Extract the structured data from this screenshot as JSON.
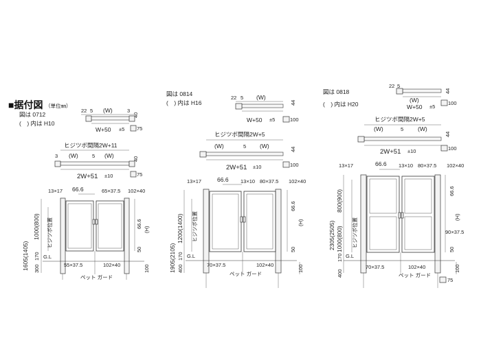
{
  "section_title": "■据付図",
  "unit_note": "（単位㎜）",
  "diagrams": [
    {
      "fig": "図は 0712",
      "note": "(　) 内は H10",
      "top1": {
        "a": "22",
        "b": "5",
        "w": "(W)",
        "c": "3",
        "d": "40",
        "span": "W+50",
        "tol": "±5",
        "base": "75"
      },
      "top2": {
        "pitch": "ヒジツボ間隔2W+11",
        "c": "3",
        "w1": "(W)",
        "mid": "5",
        "w2": "(W)",
        "d": "40",
        "span": "2W+51",
        "tol": "±10",
        "base": "75"
      },
      "front": {
        "post": "13×17",
        "hinge": "66.6",
        "frame": "65×37.5",
        "pillar": "102×40",
        "height": "1605(1405)",
        "inner": "1000(800)",
        "pivot_label": "ヒジツボ位置",
        "h": "(H)",
        "offset": "66.6",
        "gap": "50",
        "gl": "G.L",
        "gl_low": "300",
        "gl_mid": "170",
        "bottom_frame": "55×37.5",
        "bottom_pillar": "102×40",
        "pet": "ペット ガード",
        "depth": "100"
      }
    },
    {
      "fig": "図は 0814",
      "note": "(　) 内は H16",
      "top1": {
        "a": "22",
        "b": "5",
        "w": "(W)",
        "d": "44",
        "span": "W+50",
        "tol": "±5",
        "base": "100"
      },
      "top2": {
        "pitch": "ヒジツボ間隔2W+5",
        "w1": "(W)",
        "mid": "5",
        "w2": "(W)",
        "d": "44",
        "span": "2W+51",
        "tol": "±10",
        "base": "100"
      },
      "front": {
        "post": "13×17",
        "hinge": "66.6",
        "frame1": "13×10",
        "frame2": "80×37.5",
        "pillar": "102×40",
        "height": "1905(2105)",
        "inner": "1200(1400)",
        "pivot_label": "ヒジツボ位置",
        "h": "(H)",
        "offset": "66.6",
        "gap": "50",
        "gl": "G.L",
        "gl_low": "400",
        "gl_mid": "170",
        "bottom_frame": "70×37.5",
        "bottom_pillar": "102×40",
        "pet": "ペット ガード",
        "depth": "100"
      }
    },
    {
      "fig": "図は 0818",
      "note": "(　) 内は H20",
      "top1": {
        "a": "22",
        "b": "5",
        "w": "(W)",
        "d": "44",
        "span": "W+50",
        "tol": "±5",
        "base": "100"
      },
      "top2": {
        "pitch": "ヒジツボ間隔2W+5",
        "w1": "(W)",
        "mid": "5",
        "w2": "(W)",
        "d": "44",
        "span": "2W+51",
        "tol": "±10",
        "base": "100"
      },
      "front": {
        "post": "13×17",
        "hinge": "66.6",
        "frame1": "13×10",
        "frame2": "80×37.5",
        "pillar": "102×40",
        "height": "2305(2505)",
        "inner": "800(900)",
        "inner2": "1000(800)",
        "pivot_label": "ヒジツボ位置",
        "h": "(H)",
        "offset": "66.6",
        "side": "90×37.5",
        "gap": "50",
        "gl": "G.L",
        "gl_low": "400",
        "gl_mid": "170",
        "bottom_frame": "70×37.5",
        "bottom_pillar": "102×40",
        "pet": "ペット ガード",
        "depth": "100",
        "base": "75"
      }
    }
  ]
}
